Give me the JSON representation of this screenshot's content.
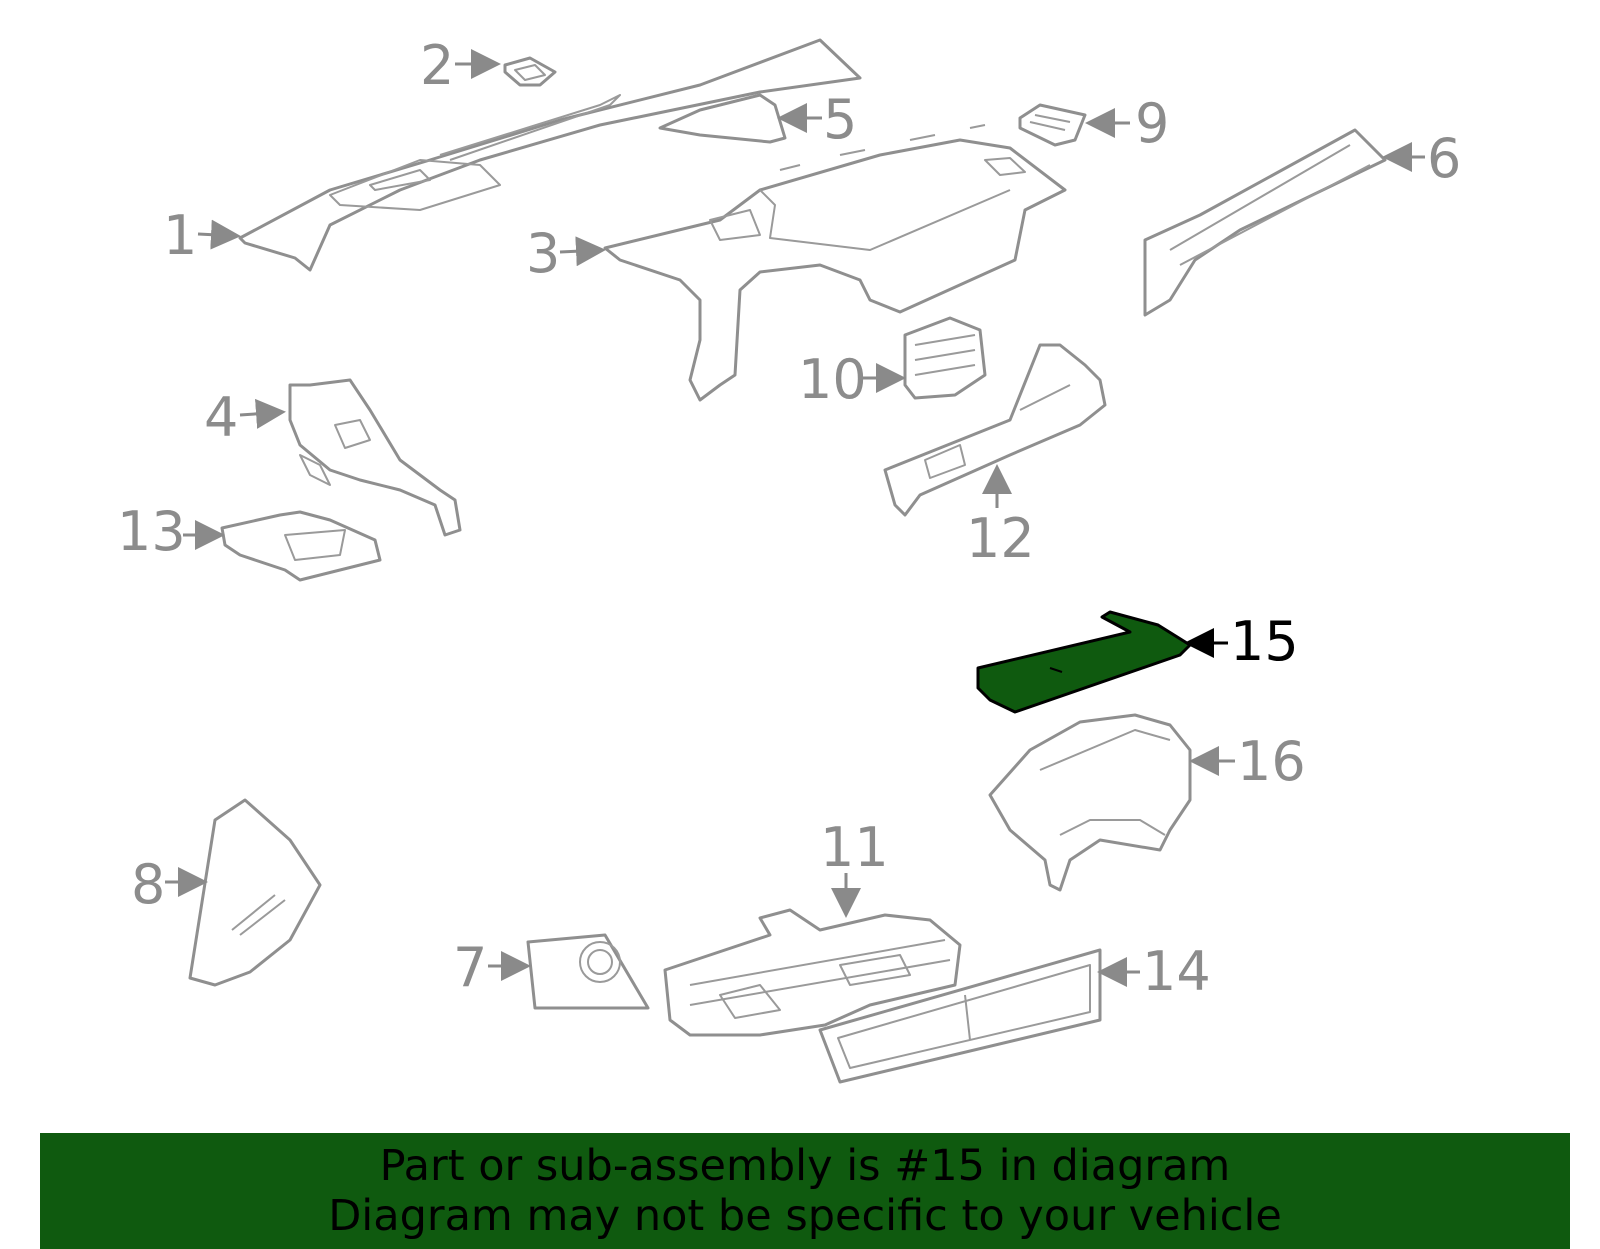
{
  "diagram": {
    "highlight_callout": "15",
    "highlight_color": "#0f5a0f",
    "line_color": "#8f8f8f",
    "callouts": [
      "1",
      "2",
      "3",
      "4",
      "5",
      "6",
      "7",
      "8",
      "9",
      "10",
      "11",
      "12",
      "13",
      "14",
      "15",
      "16"
    ]
  },
  "banner": {
    "line1": "Part or sub-assembly is #15 in diagram",
    "line2": "Diagram may not be specific to your vehicle",
    "background": "#0f5a0f"
  }
}
